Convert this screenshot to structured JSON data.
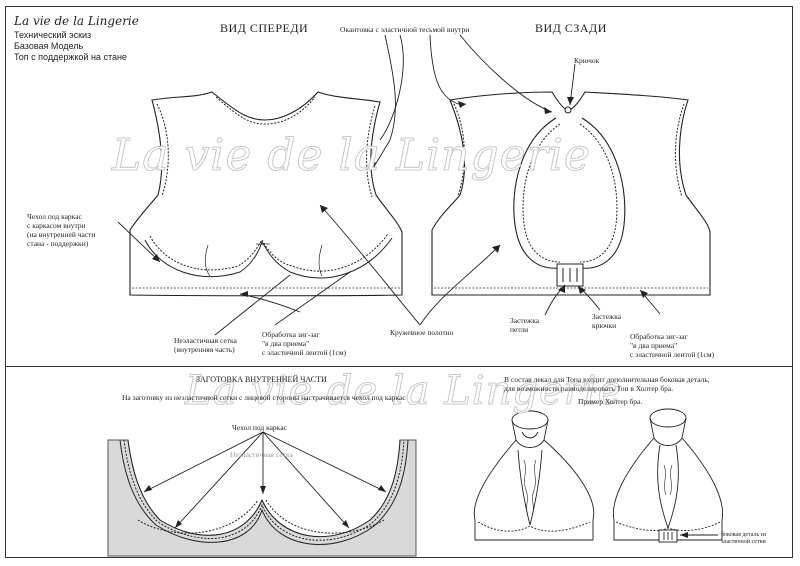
{
  "brand": "La vie de la Lingerie",
  "header_lines": [
    "Технический эскиз",
    "Базовая Модель",
    "Топ с поддержкой на стане"
  ],
  "watermark": "La vie de la Lingerie",
  "top": {
    "front_title": "ВИД СПЕРЕДИ",
    "back_title": "ВИД СЗАДИ",
    "binding_label": "Окантовка с эластичной тесьмой внутри",
    "hook_label": "Крючок",
    "casing_label": [
      "Чехол под каркас",
      "с каркасом внутри",
      "(на внутренней части",
      "стана - поддержки)"
    ],
    "mesh_label": [
      "Неэластичная сетка",
      "(внутренняя часть)"
    ],
    "zigzag_front_label": [
      "Обработка зиг-заг",
      "\"в два приема\"",
      "с эластичной лентой (1см)"
    ],
    "lace_label": "Кружевное полотно",
    "loop_label": [
      "Застежка",
      "петли"
    ],
    "hooks_label": [
      "Застежка",
      "крючки"
    ],
    "zigzag_back_label": [
      "Обработка зиг-заг",
      "\"в два приема\"",
      "с эластичной лентой (1см)"
    ]
  },
  "bottom": {
    "blank_title": "ЗАГОТОВКА ВНУТРЕННЕЙ ЧАСТИ",
    "blank_note": "На заготовку из неэластичной сетки с лицевой стороны настрачивается чехол под каркас",
    "casing_label": "Чехол под каркас",
    "mesh_label": "Неэластичная сетка",
    "info_line1": "В состав лекал  для Топа входит дополнительная боковая деталь,",
    "info_line2": "для возможности размоделировать Топ в Холтер бра.",
    "example_label": "Пример  Холтер бра.",
    "side_detail_label": [
      "боковая деталь из",
      "эластичной сетки"
    ]
  }
}
